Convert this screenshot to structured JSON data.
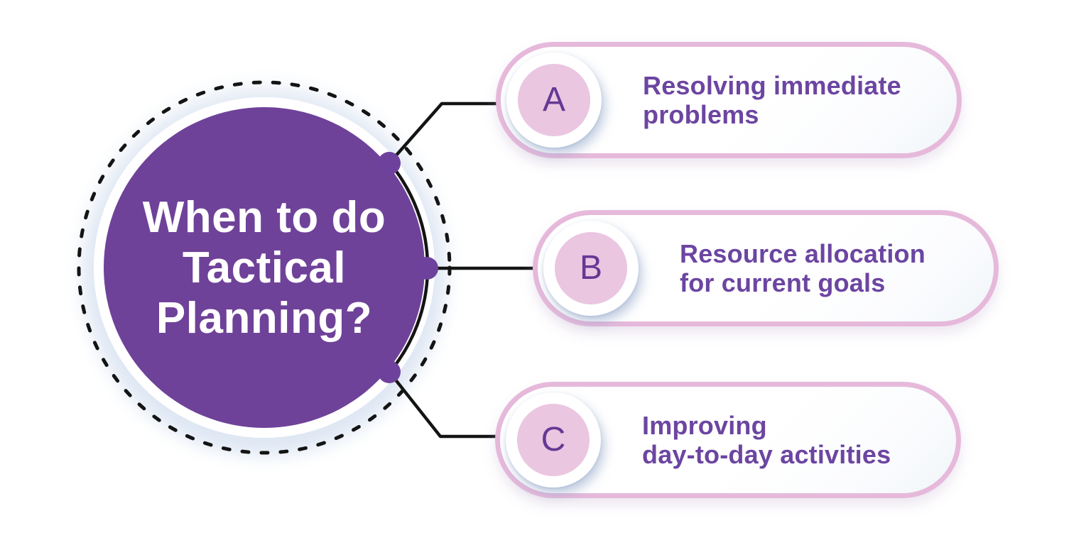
{
  "diagram": {
    "center": {
      "title_lines": [
        "When to do",
        "Tactical",
        "Planning?"
      ]
    },
    "branches": [
      {
        "letter": "A",
        "lines": [
          "Resolving immediate",
          "problems"
        ]
      },
      {
        "letter": "B",
        "lines": [
          "Resource allocation",
          "for current goals"
        ]
      },
      {
        "letter": "C",
        "lines": [
          "Improving",
          "day-to-day activities"
        ]
      }
    ]
  },
  "palette": {
    "center_fill": "#6F4299",
    "center_text": "#FFFFFF",
    "connector_dot": "#6E429C",
    "connector_line": "#141414",
    "pill_border": "#E6B9DB",
    "badge_fill": "#EAC6E1",
    "badge_letter": "#643994",
    "branch_text": "#6C45A1",
    "glow": "#DFE7F3",
    "background": "#FFFFFF"
  }
}
